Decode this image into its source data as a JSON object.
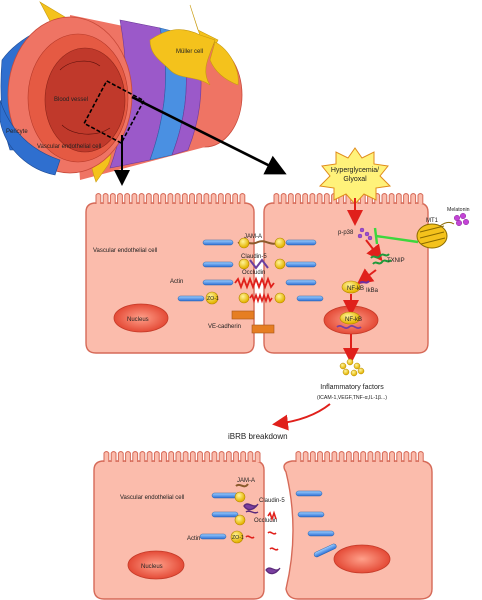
{
  "vessel": {
    "blood_vessel": "Blood vessel",
    "muller_cell": "Müller cell",
    "pericyte": "Pericyte",
    "vascular_endothelial_cell": "Vascular endothelial cell"
  },
  "top_pair": {
    "vascular_endothelial_cell": "Vascular endothelial cell",
    "jam_a": "JAM-A",
    "claudin_5": "Claudin-5",
    "occludin": "Occludin",
    "actin": "Actin",
    "zo1": "ZO-1",
    "nucleus": "Nucleus",
    "ve_cadherin": "VE-cadherin"
  },
  "pathway": {
    "stimulus_line1": "Hyperglycemia/",
    "stimulus_line2": "Glyoxal",
    "p_p38": "p-p38",
    "txnip": "TXNIP",
    "mt1": "MT1",
    "melatonin": "Melatonin",
    "nfkb": "NF-kB",
    "ikba": "IkBa",
    "nfkb_nucleus": "NF-kB",
    "inflammatory_factors": "Inflammatory factors",
    "inflammatory_list": "(ICAM-1,VEGF,TNF-α,IL-1β...)"
  },
  "breakdown": {
    "title": "iBRB breakdown",
    "vascular_endothelial_cell": "Vascular endothelial cell",
    "jam_a": "JAM-A",
    "claudin_5": "Claudin-5",
    "occludin": "Occludin",
    "actin": "Actin",
    "zo1": "ZO-1",
    "nucleus": "Nucleus"
  }
}
